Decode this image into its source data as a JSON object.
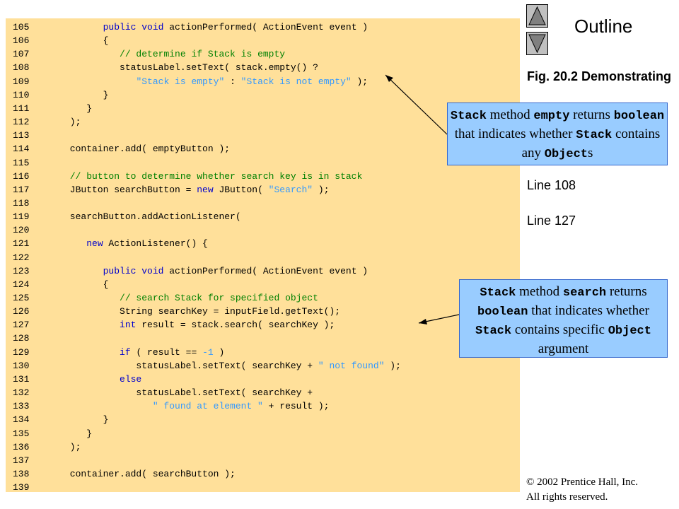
{
  "header": {
    "outline_label": "Outline"
  },
  "nav": {
    "up_icon": "triangle-up-icon",
    "down_icon": "triangle-down-icon"
  },
  "sidebar": {
    "fig_title": "Fig. 20.2 Demonstrating",
    "line_refs": [
      "Line 108",
      "Line 127"
    ]
  },
  "callouts": [
    {
      "segments": [
        {
          "t": "Stack",
          "mono": true
        },
        {
          "t": " method ",
          "mono": false
        },
        {
          "t": "empty",
          "mono": true
        },
        {
          "t": " returns ",
          "mono": false
        },
        {
          "t": "boolean",
          "mono": true
        },
        {
          "t": " that indicates whether ",
          "mono": false
        },
        {
          "t": "Stack",
          "mono": true
        },
        {
          "t": " contains any ",
          "mono": false
        },
        {
          "t": "Object",
          "mono": true
        },
        {
          "t": "s",
          "mono": false
        }
      ]
    },
    {
      "segments": [
        {
          "t": "Stack",
          "mono": true
        },
        {
          "t": " method ",
          "mono": false
        },
        {
          "t": "search",
          "mono": true
        },
        {
          "t": " returns ",
          "mono": false
        },
        {
          "t": "boolean",
          "mono": true
        },
        {
          "t": " that indicates whether ",
          "mono": false
        },
        {
          "t": "Stack",
          "mono": true
        },
        {
          "t": " contains specific ",
          "mono": false
        },
        {
          "t": "Object",
          "mono": true
        },
        {
          "t": " argument",
          "mono": false
        }
      ]
    }
  ],
  "code": [
    {
      "n": "105",
      "segs": [
        [
          "n",
          "            "
        ],
        [
          "kw",
          "public void"
        ],
        [
          "n",
          " actionPerformed( ActionEvent event )"
        ]
      ]
    },
    {
      "n": "106",
      "segs": [
        [
          "n",
          "            {"
        ]
      ]
    },
    {
      "n": "107",
      "segs": [
        [
          "n",
          "               "
        ],
        [
          "cm",
          "// determine if Stack is empty"
        ]
      ]
    },
    {
      "n": "108",
      "segs": [
        [
          "n",
          "               statusLabel.setText( stack.empty() ?"
        ]
      ]
    },
    {
      "n": "109",
      "segs": [
        [
          "n",
          "                  "
        ],
        [
          "st",
          "\"Stack is empty\""
        ],
        [
          "n",
          " : "
        ],
        [
          "st",
          "\"Stack is not empty\""
        ],
        [
          "n",
          " );"
        ]
      ]
    },
    {
      "n": "110",
      "segs": [
        [
          "n",
          "            }"
        ]
      ]
    },
    {
      "n": "111",
      "segs": [
        [
          "n",
          "         }"
        ]
      ]
    },
    {
      "n": "112",
      "segs": [
        [
          "n",
          "      );"
        ]
      ]
    },
    {
      "n": "113",
      "segs": [
        [
          "n",
          ""
        ]
      ]
    },
    {
      "n": "114",
      "segs": [
        [
          "n",
          "      container.add( emptyButton );"
        ]
      ]
    },
    {
      "n": "115",
      "segs": [
        [
          "n",
          ""
        ]
      ]
    },
    {
      "n": "116",
      "segs": [
        [
          "n",
          "      "
        ],
        [
          "cm",
          "// button to determine whether search key is in stack"
        ]
      ]
    },
    {
      "n": "117",
      "segs": [
        [
          "n",
          "      JButton searchButton = "
        ],
        [
          "kw",
          "new"
        ],
        [
          "n",
          " JButton( "
        ],
        [
          "st",
          "\"Search\""
        ],
        [
          "n",
          " );"
        ]
      ]
    },
    {
      "n": "118",
      "segs": [
        [
          "n",
          ""
        ]
      ]
    },
    {
      "n": "119",
      "segs": [
        [
          "n",
          "      searchButton.addActionListener("
        ]
      ]
    },
    {
      "n": "120",
      "segs": [
        [
          "n",
          ""
        ]
      ]
    },
    {
      "n": "121",
      "segs": [
        [
          "n",
          "         "
        ],
        [
          "kw",
          "new"
        ],
        [
          "n",
          " ActionListener() {"
        ]
      ]
    },
    {
      "n": "122",
      "segs": [
        [
          "n",
          ""
        ]
      ]
    },
    {
      "n": "123",
      "segs": [
        [
          "n",
          "            "
        ],
        [
          "kw",
          "public void"
        ],
        [
          "n",
          " actionPerformed( ActionEvent event )"
        ]
      ]
    },
    {
      "n": "124",
      "segs": [
        [
          "n",
          "            {"
        ]
      ]
    },
    {
      "n": "125",
      "segs": [
        [
          "n",
          "               "
        ],
        [
          "cm",
          "// search Stack for specified object"
        ]
      ]
    },
    {
      "n": "126",
      "segs": [
        [
          "n",
          "               String searchKey = inputField.getText();"
        ]
      ]
    },
    {
      "n": "127",
      "segs": [
        [
          "n",
          "               "
        ],
        [
          "kw",
          "int"
        ],
        [
          "n",
          " result = stack.search( searchKey );"
        ]
      ]
    },
    {
      "n": "128",
      "segs": [
        [
          "n",
          ""
        ]
      ]
    },
    {
      "n": "129",
      "segs": [
        [
          "n",
          "               "
        ],
        [
          "kw",
          "if"
        ],
        [
          "n",
          " ( result == "
        ],
        [
          "st",
          "-1"
        ],
        [
          "n",
          " )"
        ]
      ]
    },
    {
      "n": "130",
      "segs": [
        [
          "n",
          "                  statusLabel.setText( searchKey + "
        ],
        [
          "st",
          "\" not found\""
        ],
        [
          "n",
          " );"
        ]
      ]
    },
    {
      "n": "131",
      "segs": [
        [
          "n",
          "               "
        ],
        [
          "kw",
          "else"
        ]
      ]
    },
    {
      "n": "132",
      "segs": [
        [
          "n",
          "                  statusLabel.setText( searchKey +"
        ]
      ]
    },
    {
      "n": "133",
      "segs": [
        [
          "n",
          "                     "
        ],
        [
          "st",
          "\" found at element \""
        ],
        [
          "n",
          " + result );"
        ]
      ]
    },
    {
      "n": "134",
      "segs": [
        [
          "n",
          "            }"
        ]
      ]
    },
    {
      "n": "135",
      "segs": [
        [
          "n",
          "         }"
        ]
      ]
    },
    {
      "n": "136",
      "segs": [
        [
          "n",
          "      );"
        ]
      ]
    },
    {
      "n": "137",
      "segs": [
        [
          "n",
          ""
        ]
      ]
    },
    {
      "n": "138",
      "segs": [
        [
          "n",
          "      container.add( searchButton );"
        ]
      ]
    },
    {
      "n": "139",
      "segs": [
        [
          "n",
          ""
        ]
      ]
    }
  ],
  "footer": {
    "copyright_line1": "© 2002 Prentice Hall, Inc.",
    "copyright_line2": "All rights reserved."
  }
}
